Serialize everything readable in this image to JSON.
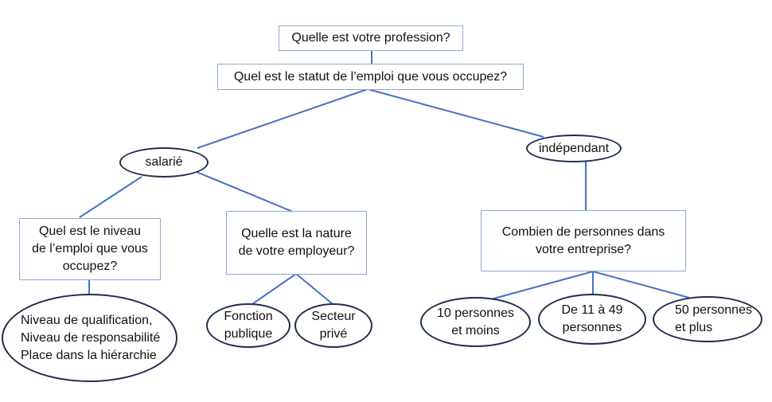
{
  "diagram": {
    "colors": {
      "connector": "#4472C4",
      "box_border": "#8FAAD3",
      "ellipse_border": "#1F2D4F"
    },
    "nodes": {
      "profession": "Quelle est votre profession?",
      "statut": "Quel est le statut de l’emploi que vous occupez?",
      "salarie": "salarié",
      "independant": "indépendant",
      "niveau_question": "Quel est le niveau\nde l’emploi que vous\noccupez?",
      "nature_question": "Quelle est la nature\nde votre employeur?",
      "combien_question": "Combien de personnes dans\nvotre entreprise?",
      "niveau_details": "Niveau de qualification,\nNiveau de responsabilité\nPlace dans la hiérarchie",
      "fonction_publique": "Fonction\npublique",
      "secteur_prive": "Secteur\nprivé",
      "dix_moins": "10 personnes\net moins",
      "onze_49": "De 11 à 49\npersonnes",
      "cinquante_plus": "50 personnes\net plus"
    }
  }
}
